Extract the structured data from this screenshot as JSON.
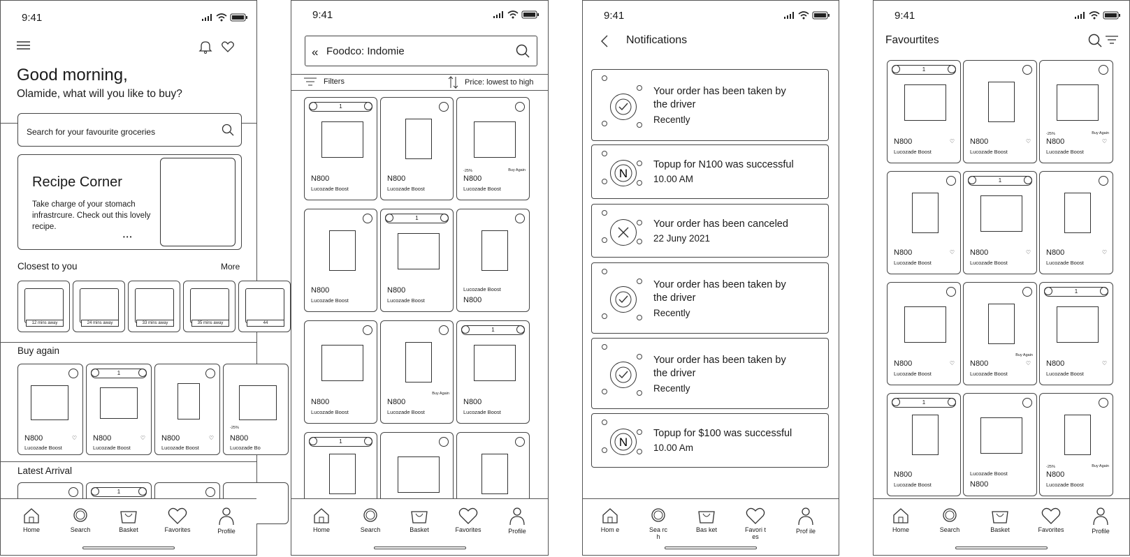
{
  "status_time": "9:41",
  "icons": {
    "menu": "menu-icon",
    "bell": "bell-icon",
    "heart": "heart-icon",
    "search": "search-icon",
    "back": "back-icon",
    "filter": "filter-icon",
    "sort": "sort-icon",
    "check": "check-icon",
    "naira": "naira-icon",
    "cancel": "cancel-icon"
  },
  "screen_home": {
    "greeting": "Good morning,",
    "subgreeting": "Olamide, what will you like to buy?",
    "search_placeholder": "Search for your favourite groceries",
    "recipe": {
      "title": "Recipe Corner",
      "text": "Take charge of your stomach infrastrcure. Check out this lovely recipe.",
      "dots": "•••"
    },
    "closest_title": "Closest to you",
    "more": "More",
    "stores": [
      {
        "badge": "12 mins away"
      },
      {
        "badge": "24 mins away"
      },
      {
        "badge": "33 mins away"
      },
      {
        "badge": "35 mins away"
      },
      {
        "badge": "44"
      }
    ],
    "buy_again_title": "Buy again",
    "buy_again": [
      {
        "price": "N800",
        "name": "Lucozade Boost"
      },
      {
        "price": "N800",
        "name": "Lucozade Boost",
        "qty": "1"
      },
      {
        "price": "N800",
        "name": "Lucozade Boost"
      },
      {
        "price": "N800",
        "name": "Lucozade Bo",
        "discount": "-25%"
      }
    ],
    "latest_title": "Latest Arrival",
    "latest_qty": "1",
    "tabs": [
      "Home",
      "Search",
      "Basket",
      "Favorites",
      "Profile"
    ]
  },
  "screen_search": {
    "query": "Foodco: Indomie",
    "filters": "Filters",
    "sort": "Price: lowest to high",
    "discount": "-25%",
    "buy_again": "Buy Again",
    "products": [
      {
        "price": "N800",
        "name": "Lucozade Boost",
        "qty": "1"
      },
      {
        "price": "N800",
        "name": "Lucozade Boost"
      },
      {
        "price": "N800",
        "name": "Lucozade Boost",
        "discount": true,
        "buy_again": true
      },
      {
        "price": "N800",
        "name": "Lucozade Boost"
      },
      {
        "price": "N800",
        "name": "Lucozade Boost",
        "qty": "1"
      },
      {
        "price": "N800",
        "name": "Lucozade Boost",
        "name_first": true
      },
      {
        "price": "N800",
        "name": "Lucozade Boost"
      },
      {
        "price": "N800",
        "name": "Lucozade Boost",
        "buy_again": true
      },
      {
        "price": "N800",
        "name": "Lucozade Boost",
        "qty": "1"
      },
      {
        "qty": "1"
      },
      {},
      {}
    ],
    "tabs": [
      "Home",
      "Search",
      "Basket",
      "Favorites",
      "Profile"
    ]
  },
  "screen_notifications": {
    "title": "Notifications",
    "items": [
      {
        "title": "Your order has been taken by the driver",
        "time": "Recently",
        "icon": "check"
      },
      {
        "title": "Topup for N100 was successful",
        "time": "10.00 AM",
        "icon": "naira"
      },
      {
        "title": "Your order has been canceled",
        "time": "22 Juny 2021",
        "icon": "cancel"
      },
      {
        "title": "Your order has been taken by the driver",
        "time": "Recently",
        "icon": "check"
      },
      {
        "title": "Your order has been taken by the driver",
        "time": "Recently",
        "icon": "check"
      },
      {
        "title": "Topup for $100 was successful",
        "time": "10.00 Am",
        "icon": "naira"
      }
    ],
    "tabs": [
      "Hom e",
      "Sea rch",
      "Bas ket",
      "Favori tes",
      "Prof ile"
    ]
  },
  "screen_favourites": {
    "title": "Favourtites",
    "discount": "-25%",
    "buy_again": "Buy Again",
    "products": [
      {
        "price": "N800",
        "name": "Lucozade Boost",
        "qty": "1",
        "heart": true
      },
      {
        "price": "N800",
        "name": "Lucozade Boost",
        "heart": true
      },
      {
        "price": "N800",
        "name": "Lucozade Boost",
        "discount": true,
        "buy_again": true,
        "heart": true
      },
      {
        "price": "N800",
        "name": "Lucozade Boost",
        "heart": true
      },
      {
        "price": "N800",
        "name": "Lucozade Boost",
        "qty": "1",
        "heart": true
      },
      {
        "price": "N800",
        "name": "Lucozade Boost",
        "heart": true
      },
      {
        "price": "N800",
        "name": "Lucozade Boost",
        "heart": true
      },
      {
        "price": "N800",
        "name": "Lucozade Boost",
        "buy_again": true,
        "heart": true
      },
      {
        "price": "N800",
        "name": "Lucozade Boost",
        "qty": "1",
        "heart": true
      },
      {
        "price": "N800",
        "name": "Lucozade Boost",
        "qty": "1"
      },
      {
        "price": "N800",
        "name": "Lucozade Boost",
        "name_first": true
      },
      {
        "price": "N800",
        "name": "Lucozade Boost",
        "discount": true,
        "buy_again": true
      }
    ],
    "tabs": [
      "Home",
      "Search",
      "Basket",
      "Favorites",
      "Profile"
    ]
  }
}
